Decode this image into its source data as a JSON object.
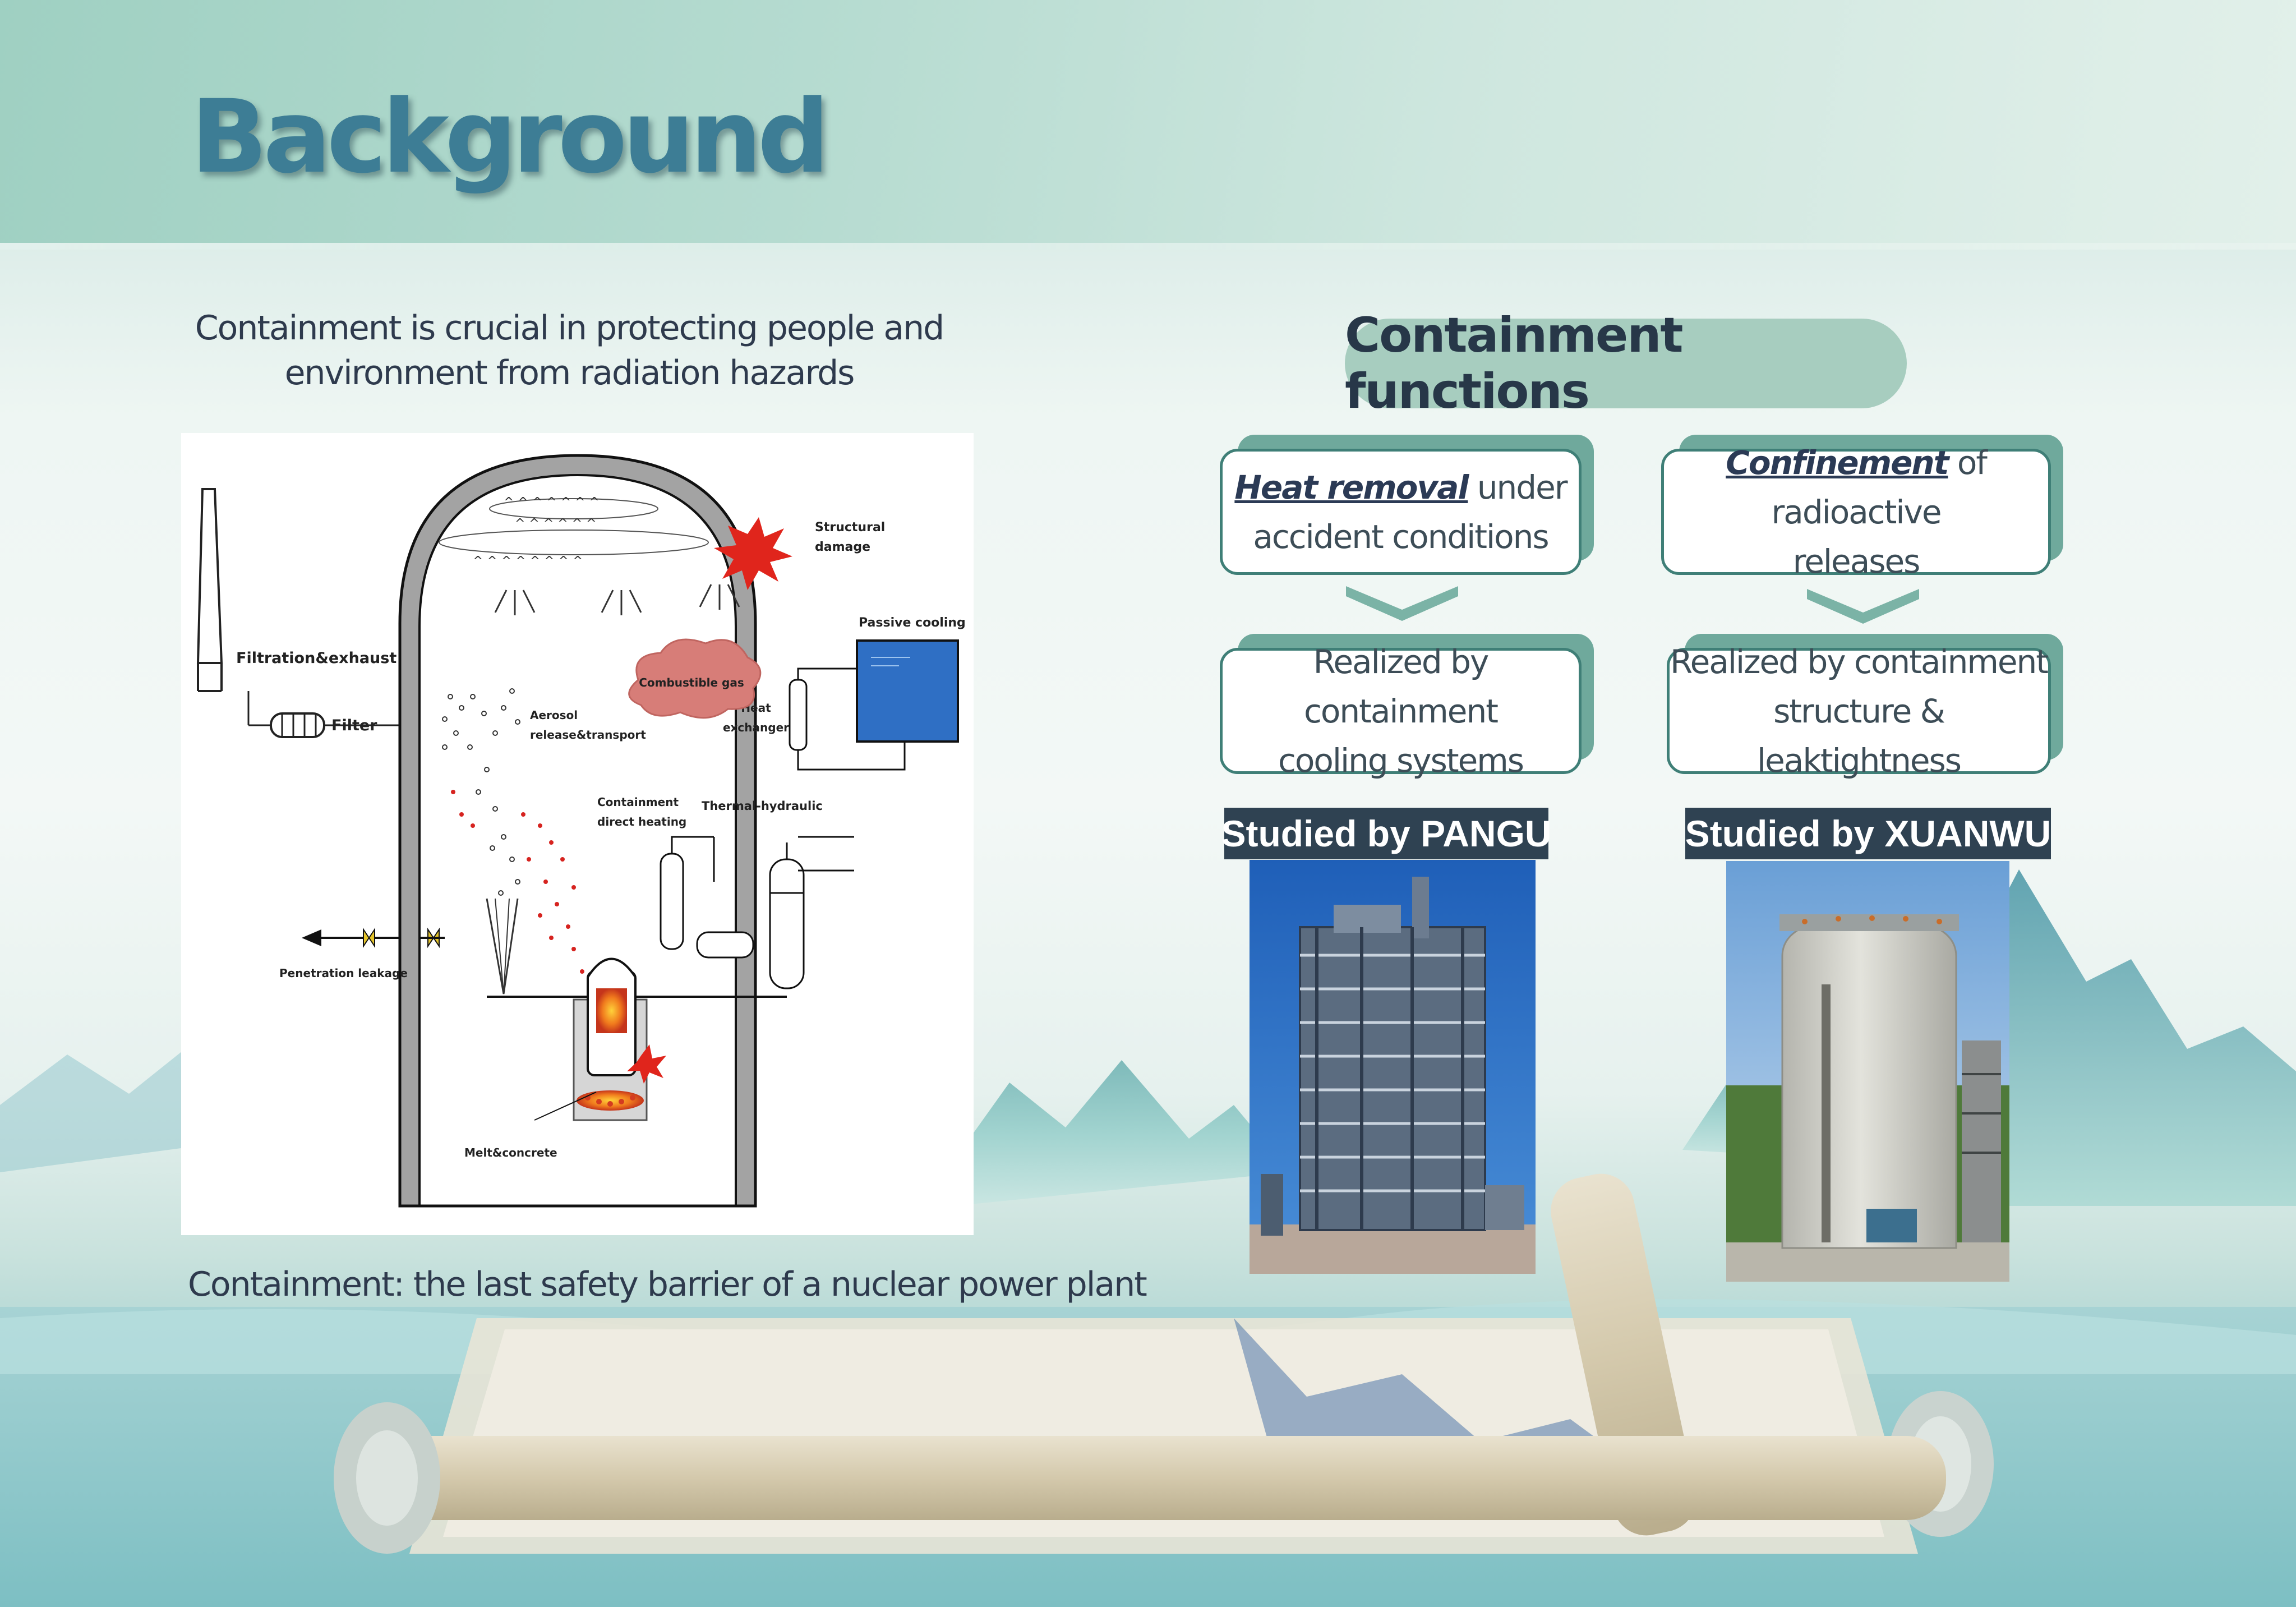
{
  "header": {
    "title": "Background"
  },
  "left": {
    "subtitle_line1": "Containment is crucial in protecting people and",
    "subtitle_line2": "environment from radiation hazards",
    "diagram_labels": {
      "structural": "Structural",
      "damage": "damage",
      "passive_cooling": "Passive cooling",
      "filtration": "Filtration&exhaust",
      "filter": "Filter",
      "combustible": "Combustible gas",
      "aerosol": "Aerosol",
      "release": "release&transport",
      "heat": "Heat",
      "exchanger": "exchanger",
      "cdh1": "Containment",
      "cdh2": "direct heating",
      "thermal": "Thermal-hydraulic",
      "penetration": "Penetration leakage",
      "melt": "Melt&concrete"
    },
    "caption": "Containment: the last safety barrier of a nuclear power plant"
  },
  "right": {
    "functions_title": "Containment functions",
    "heat_card": {
      "emphasis": "Heat removal",
      "rest": " under",
      "line2": "accident conditions"
    },
    "confine_card": {
      "emphasis": "Confinement",
      "rest": " of radioactive",
      "line2": "releases"
    },
    "cooling_card": {
      "line1": "Realized by containment",
      "line2": "cooling systems"
    },
    "structure_card": {
      "line1": "Realized by containment",
      "line2": "structure & leaktightness"
    },
    "studied_pangu": "Studied by PANGU",
    "studied_xuanwu": "Studied by XUANWU"
  },
  "colors": {
    "title": "#3d7d95",
    "pill": "#a7cdbf",
    "card_border": "#3f7f77",
    "card_shadow": "#6fa99c",
    "banner": "#2f4252"
  }
}
